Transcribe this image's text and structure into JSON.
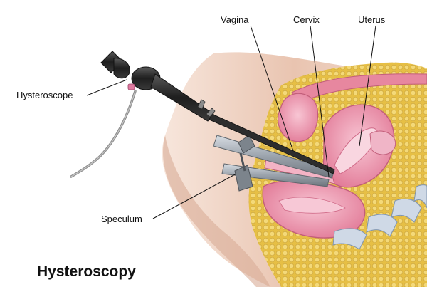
{
  "title": "Hysteroscopy",
  "labels": {
    "vagina": "Vagina",
    "cervix": "Cervix",
    "uterus": "Uterus",
    "hysteroscope": "Hysteroscope",
    "speculum": "Speculum"
  },
  "colors": {
    "skin": "#e7c5b3",
    "fat": "#e9c64e",
    "tissue": "#e77f9c",
    "organ": "#f2a7bd",
    "scope": "#2a2a2a",
    "speculum_metal": "#9aa2ab",
    "cable": "#8f8f8f",
    "spine": "#cfd9e6"
  }
}
